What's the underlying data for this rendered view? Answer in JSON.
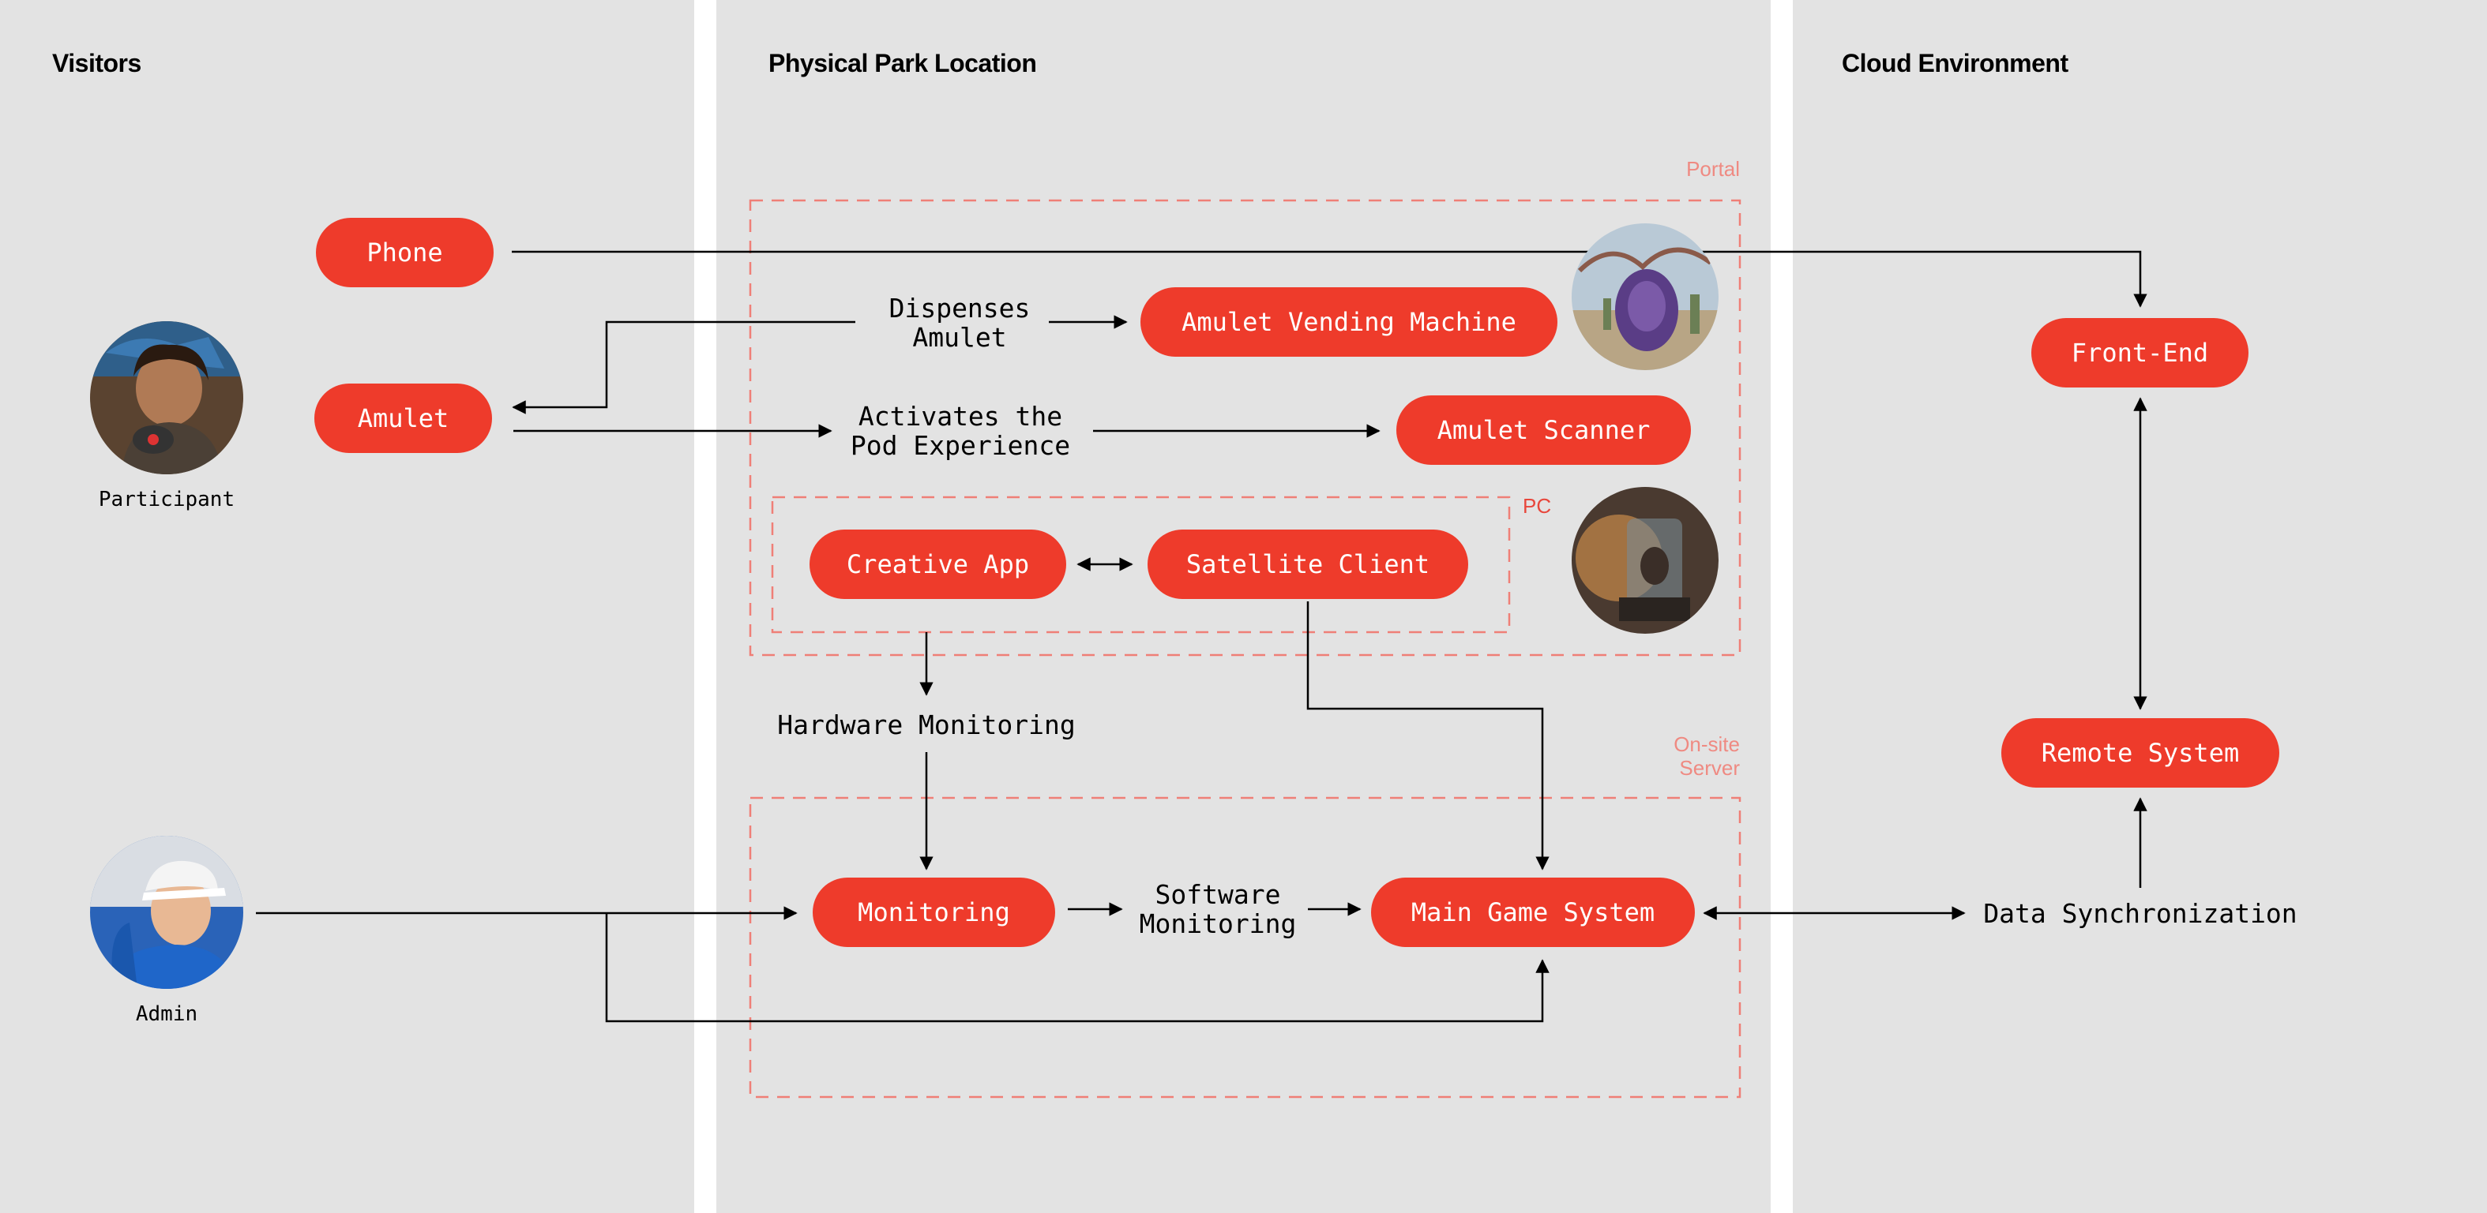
{
  "columns": {
    "visitors": "Visitors",
    "park": "Physical Park Location",
    "cloud": "Cloud Environment"
  },
  "groups": {
    "portal": "Portal",
    "pc": "PC",
    "onsite": "On-site\nServer"
  },
  "nodes": {
    "phone": "Phone",
    "amulet": "Amulet",
    "vending": "Amulet Vending Machine",
    "scanner": "Amulet Scanner",
    "creative": "Creative App",
    "satellite": "Satellite Client",
    "monitoring": "Monitoring",
    "main_game": "Main Game System",
    "front_end": "Front-End",
    "remote": "Remote System"
  },
  "labels": {
    "dispenses": "Dispenses\nAmulet",
    "activates": "Activates the\nPod Experience",
    "hardware": "Hardware Monitoring",
    "software": "Software\nMonitoring",
    "datasync": "Data Synchronization"
  },
  "actors": {
    "participant": "Participant",
    "admin": "Admin"
  },
  "colors": {
    "accent": "#ee3b2b",
    "group_border": "#ef7f77",
    "panel": "#e3e3e3"
  }
}
